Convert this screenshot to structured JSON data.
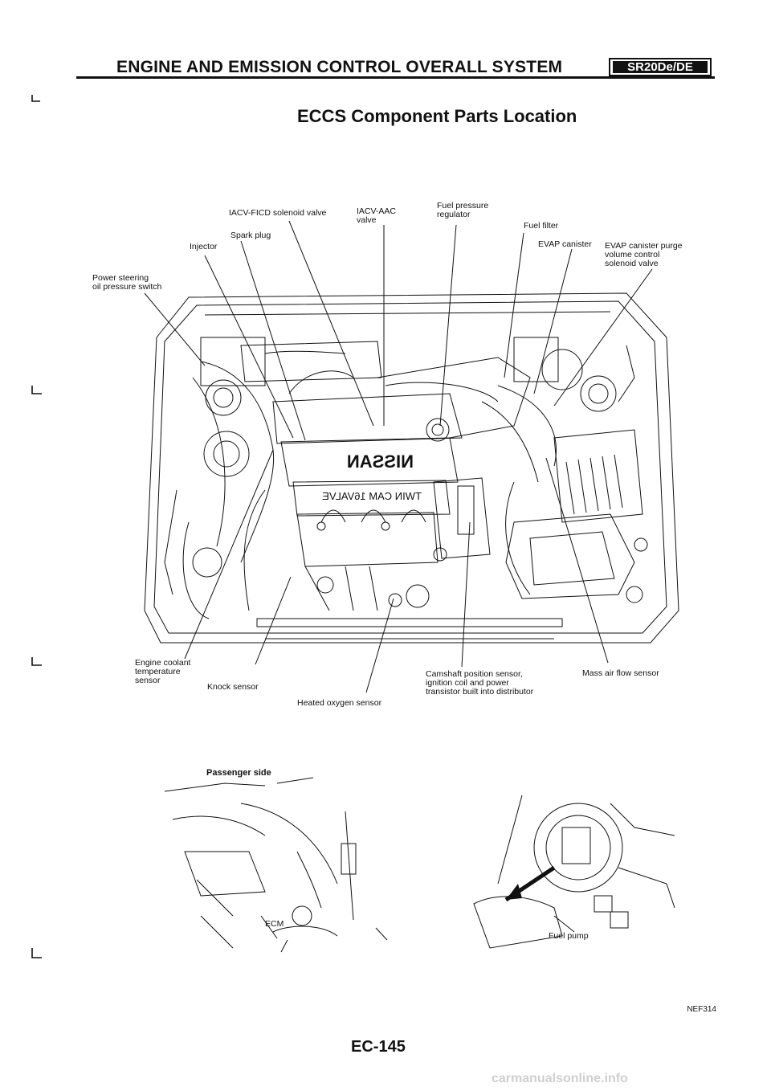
{
  "header": {
    "title": "ENGINE AND EMISSION CONTROL OVERALL SYSTEM",
    "model": "SR20De/DE"
  },
  "subtitle": "ECCS Component Parts Location",
  "labels": {
    "iacv_ficd": "IACV-FICD solenoid valve",
    "iacv_aac": "IACV-AAC\nvalve",
    "fuel_pressure_regulator": "Fuel pressure\nregulator",
    "fuel_filter": "Fuel filter",
    "spark_plug": "Spark plug",
    "injector": "Injector",
    "evap_canister": "EVAP canister",
    "evap_purge": "EVAP canister purge\nvolume control\nsolenoid valve",
    "power_steering": "Power steering\noil pressure switch",
    "engine_coolant": "Engine coolant\ntemperature\nsensor",
    "knock_sensor": "Knock sensor",
    "camshaft": "Camshaft position sensor,\nignition coil and power\ntransistor built into distributor",
    "mass_air_flow": "Mass air flow sensor",
    "heated_oxygen": "Heated oxygen sensor",
    "passenger_side": "Passenger side",
    "ecm": "ECM",
    "fuel_pump": "Fuel pump",
    "engine_brand": "NISSAN",
    "engine_cover": "TWIN CAM 16VALVE"
  },
  "figure_ref": "NEF314",
  "page_number": "EC-145",
  "watermark": "carmanualsonline.info"
}
